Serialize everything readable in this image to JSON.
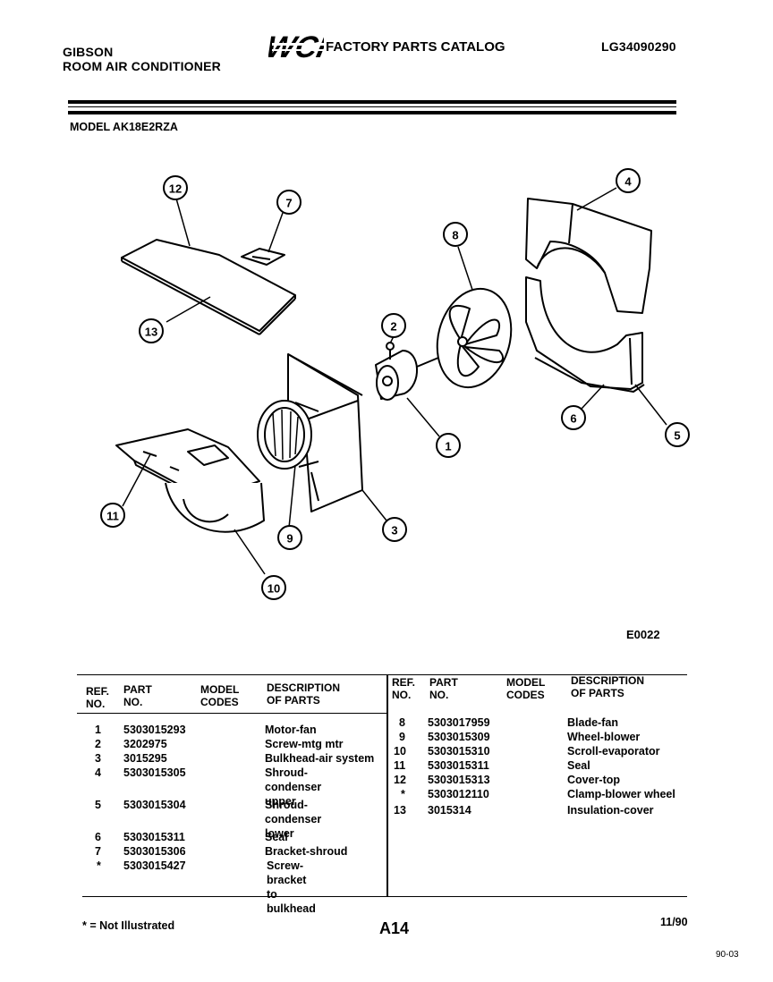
{
  "header": {
    "brand": "GIBSON",
    "product": "ROOM AIR CONDITIONER",
    "logo": "WCI",
    "catalog_title": "FACTORY PARTS CATALOG",
    "doc_number": "LG34090290",
    "model_line": "MODEL AK18E2RZA"
  },
  "diagram": {
    "code": "E0022",
    "callouts": [
      "1",
      "2",
      "3",
      "4",
      "5",
      "6",
      "7",
      "8",
      "9",
      "10",
      "11",
      "12",
      "13"
    ]
  },
  "table": {
    "headers": {
      "ref_no": "REF.\nNO.",
      "part_no": "PART\nNO.",
      "model_codes": "MODEL\nCODES",
      "description": "DESCRIPTION\nOF PARTS"
    },
    "left_rows": [
      {
        "ref": "1",
        "part": "5303015293",
        "desc": "Motor-fan"
      },
      {
        "ref": "2",
        "part": "3202975",
        "desc": "Screw-mtg mtr"
      },
      {
        "ref": "3",
        "part": "3015295",
        "desc": "Bulkhead-air system"
      },
      {
        "ref": "4",
        "part": "5303015305",
        "desc": "Shroud-condenser\nupper"
      },
      {
        "ref": "5",
        "part": "5303015304",
        "desc": "Shroud-condenser\nlower"
      },
      {
        "ref": "6",
        "part": "5303015311",
        "desc": "Seal"
      },
      {
        "ref": "7",
        "part": "5303015306",
        "desc": "Bracket-shroud"
      },
      {
        "ref": "*",
        "part": "5303015427",
        "desc": "Screw-bracket to\nbulkhead"
      }
    ],
    "right_rows": [
      {
        "ref": "8",
        "part": "5303017959",
        "desc": "Blade-fan"
      },
      {
        "ref": "9",
        "part": "5303015309",
        "desc": "Wheel-blower"
      },
      {
        "ref": "10",
        "part": "5303015310",
        "desc": "Scroll-evaporator"
      },
      {
        "ref": "11",
        "part": "5303015311",
        "desc": "Seal"
      },
      {
        "ref": "12",
        "part": "5303015313",
        "desc": "Cover-top"
      },
      {
        "ref": "*",
        "part": "5303012110",
        "desc": "Clamp-blower wheel"
      },
      {
        "ref": "13",
        "part": "3015314",
        "desc": "Insulation-cover"
      }
    ]
  },
  "footer": {
    "note": "* = Not Illustrated",
    "page": "A14",
    "date": "11/90",
    "stamp": "90-03"
  }
}
